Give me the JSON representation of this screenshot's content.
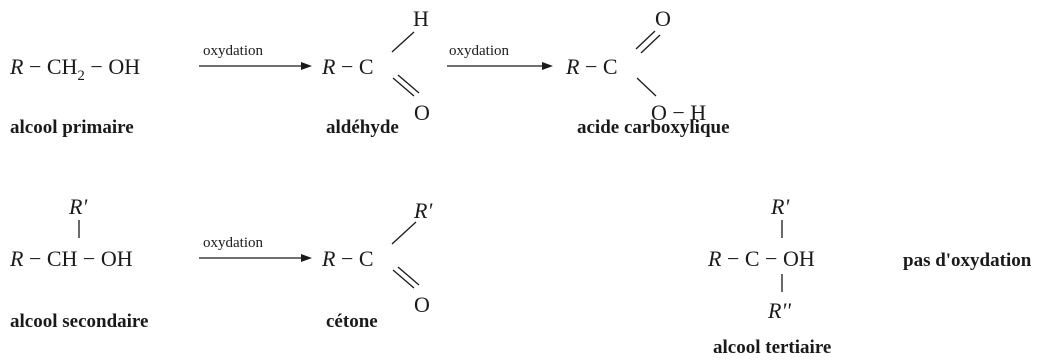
{
  "reaction_label": "oxydation",
  "primary": {
    "reactant": {
      "r": "R",
      "chain": " − CH",
      "sub": "2",
      "tail": " − OH"
    },
    "reactant_caption": "alcool primaire",
    "aldehyde": {
      "r": "R",
      "core": " − C",
      "top_atom": "H",
      "bottom_atom": "O"
    },
    "aldehyde_caption": "aldéhyde",
    "acid": {
      "r": "R",
      "core": " − C",
      "top_atom": "O",
      "bottom_group": "O − H"
    },
    "acid_caption": "acide carboxylique"
  },
  "secondary": {
    "reactant": {
      "r": "R",
      "chain": " − CH − OH",
      "top_group": "R'"
    },
    "reactant_caption": "alcool secondaire",
    "ketone": {
      "r": "R",
      "core": " − C",
      "top_group": "R'",
      "bottom_atom": "O"
    },
    "ketone_caption": "cétone"
  },
  "tertiary": {
    "reactant": {
      "r": "R",
      "chain": " − C − OH",
      "top_group": "R'",
      "bottom_group": "R''"
    },
    "reactant_caption": "alcool tertiaire",
    "result": "pas d'oxydation"
  }
}
